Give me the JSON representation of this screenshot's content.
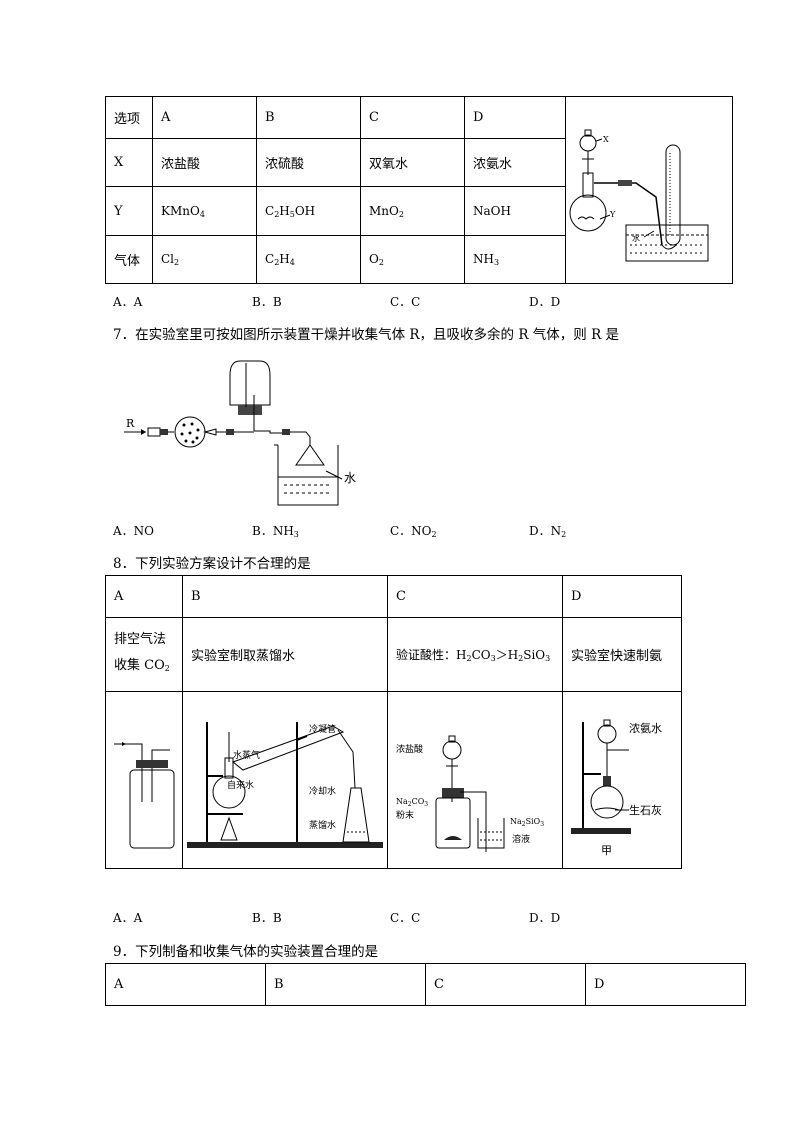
{
  "q6": {
    "table": {
      "headers": [
        "选项",
        "A",
        "B",
        "C",
        "D"
      ],
      "rows": [
        {
          "label": "X",
          "cells": [
            "浓盐酸",
            "浓硫酸",
            "双氧水",
            "浓氨水"
          ]
        },
        {
          "label": "Y",
          "cells": [
            {
              "t": "KMnO",
              "s": "4"
            },
            {
              "t": "C",
              "s": "2",
              "t2": "H",
              "s2": "5",
              "t3": "OH"
            },
            {
              "t": "MnO",
              "s": "2"
            },
            {
              "t": "NaOH"
            }
          ]
        },
        {
          "label": "气体",
          "cells": [
            {
              "t": "Cl",
              "s": "2"
            },
            {
              "t": "C",
              "s": "2",
              "t2": "H",
              "s2": "4"
            },
            {
              "t": "O",
              "s": "2"
            },
            {
              "t": "NH",
              "s": "3"
            }
          ]
        }
      ],
      "figure_labels": {
        "x": "X",
        "y": "Y",
        "water": "水"
      }
    },
    "answers": [
      "A．A",
      "B．B",
      "C．C",
      "D．D"
    ]
  },
  "q7": {
    "stem": "7．在实验室里可按如图所示装置干燥并收集气体 R，且吸收多余的 R 气体，则 R 是",
    "figure_labels": {
      "r": "R",
      "water": "水"
    },
    "answers": [
      {
        "t": "A．NO"
      },
      {
        "t": "B．NH",
        "s": "3"
      },
      {
        "t": "C．NO",
        "s": "2"
      },
      {
        "t": "D．N",
        "s": "2"
      }
    ]
  },
  "q8": {
    "stem": "8．下列实验方案设计不合理的是",
    "headers": [
      "A",
      "B",
      "C",
      "D"
    ],
    "descs": {
      "a_line1": "排空气法",
      "a_line2": "收集 CO",
      "a_sub": "2",
      "b": "实验室制取蒸馏水",
      "c_pre": "验证酸性：H",
      "c_s1": "2",
      "c_mid": "CO",
      "c_s2": "3",
      "c_gt": "＞H",
      "c_s3": "2",
      "c_mid2": "SiO",
      "c_s4": "3",
      "d": "实验室快速制氨"
    },
    "figure_labels": {
      "steam": "水蒸气",
      "condenser": "冷凝管",
      "tap_water": "自来水",
      "cooling_water": "冷却水",
      "distilled": "蒸馏水",
      "hcl": "浓盐酸",
      "na2co3": "Na",
      "na2co3_s": "2",
      "na2co3_b": "CO",
      "na2co3_s2": "3",
      "powder": "粉末",
      "na2sio3": "Na",
      "na2sio3_s": "2",
      "na2sio3_b": "SiO",
      "na2sio3_s2": "3",
      "solution": "溶液",
      "ammonia": "浓氨水",
      "lime": "生石灰",
      "jia": "甲"
    },
    "answers": [
      "A．A",
      "B．B",
      "C．C",
      "D．D"
    ]
  },
  "q9": {
    "stem": "9．下列制备和收集气体的实验装置合理的是",
    "headers": [
      "A",
      "B",
      "C",
      "D"
    ]
  }
}
